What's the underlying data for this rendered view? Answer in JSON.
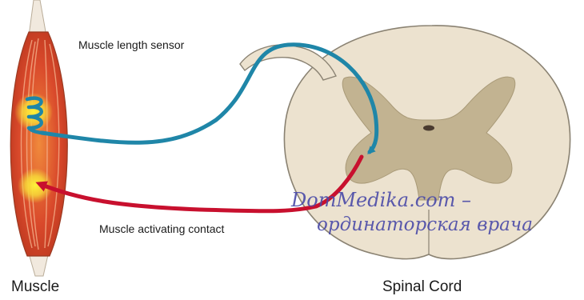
{
  "labels": {
    "sensor": "Muscle length sensor",
    "contact": "Muscle activating contact",
    "muscle": "Muscle",
    "spinal_cord": "Spinal Cord"
  },
  "watermark": {
    "line1": "DomMedika.com –",
    "line2": "ординаторская врача"
  },
  "colors": {
    "sensory_neuron": "#1f86a8",
    "motor_neuron": "#c8102e",
    "white_matter": "#ece2cf",
    "gray_matter": "#c2b391",
    "muscle": "#d9492b",
    "outline": "#8a8272"
  }
}
